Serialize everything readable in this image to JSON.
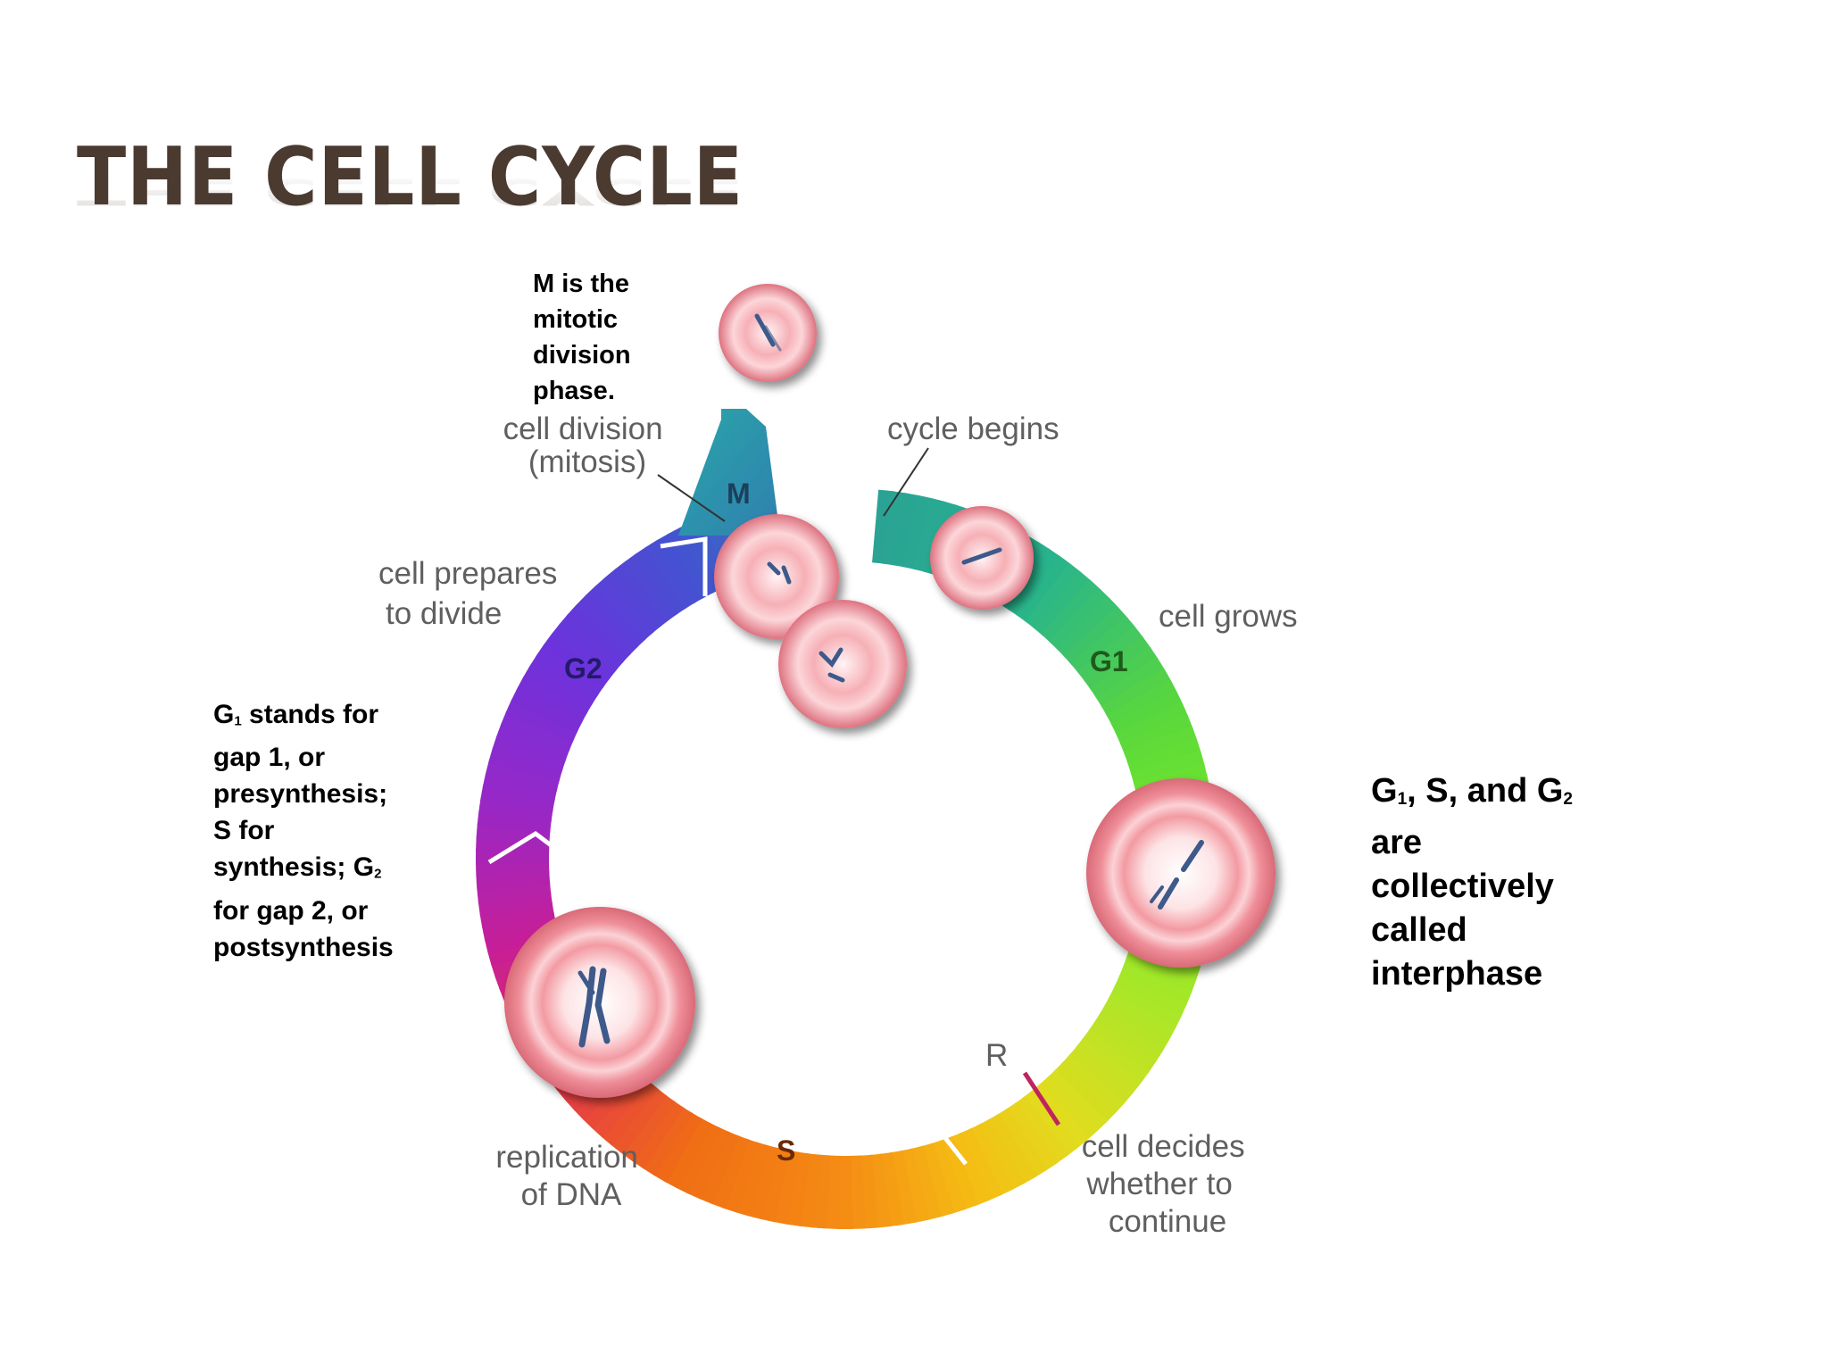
{
  "title": "THE CELL CYCLE",
  "notes": {
    "m_phase": [
      "M is the",
      "mitotic",
      "division",
      "phase."
    ],
    "g_defs": [
      {
        "pre": "G",
        "sub": "1",
        "post": " stands for"
      },
      {
        "pre": "gap 1, or",
        "sub": "",
        "post": ""
      },
      {
        "pre": "presynthesis;",
        "sub": "",
        "post": ""
      },
      {
        "pre": "S for",
        "sub": "",
        "post": ""
      },
      {
        "pre": "synthesis; G",
        "sub": "2",
        "post": ""
      },
      {
        "pre": "for gap 2, or",
        "sub": "",
        "post": ""
      },
      {
        "pre": "postsynthesis",
        "sub": "",
        "post": ""
      }
    ],
    "interphase": [
      {
        "parts": [
          [
            "G",
            ""
          ],
          [
            "1",
            "sub"
          ],
          [
            ", S, and G",
            ""
          ],
          [
            "2",
            "sub"
          ]
        ]
      },
      {
        "parts": [
          [
            "are",
            ""
          ]
        ]
      },
      {
        "parts": [
          [
            "collectively",
            ""
          ]
        ]
      },
      {
        "parts": [
          [
            "called",
            ""
          ]
        ]
      },
      {
        "parts": [
          [
            "interphase",
            ""
          ]
        ]
      }
    ]
  },
  "phases": {
    "m": "M",
    "g1": "G1",
    "s": "S",
    "g2": "G2",
    "r": "R"
  },
  "labels": {
    "cell_division": [
      "cell division",
      "(mitosis)"
    ],
    "cycle_begins": "cycle begins",
    "cell_grows": "cell grows",
    "cell_prepares": [
      "cell prepares",
      "to divide"
    ],
    "replication": [
      "replication",
      "of DNA"
    ],
    "cell_decides": [
      "cell decides",
      "whether to",
      "continue"
    ]
  },
  "colors": {
    "title": "#4b3a30",
    "label_gray": "#5f5f5f",
    "m_teal": "#2e8fa8",
    "g1_green": "#6fe02a",
    "s_orange": "#f07d16",
    "g2_purple": "#6a2fd0",
    "restriction_mark": "#c0245e",
    "cell_pink": "#f2a0a6",
    "chromosome": "#3e5a8a"
  }
}
